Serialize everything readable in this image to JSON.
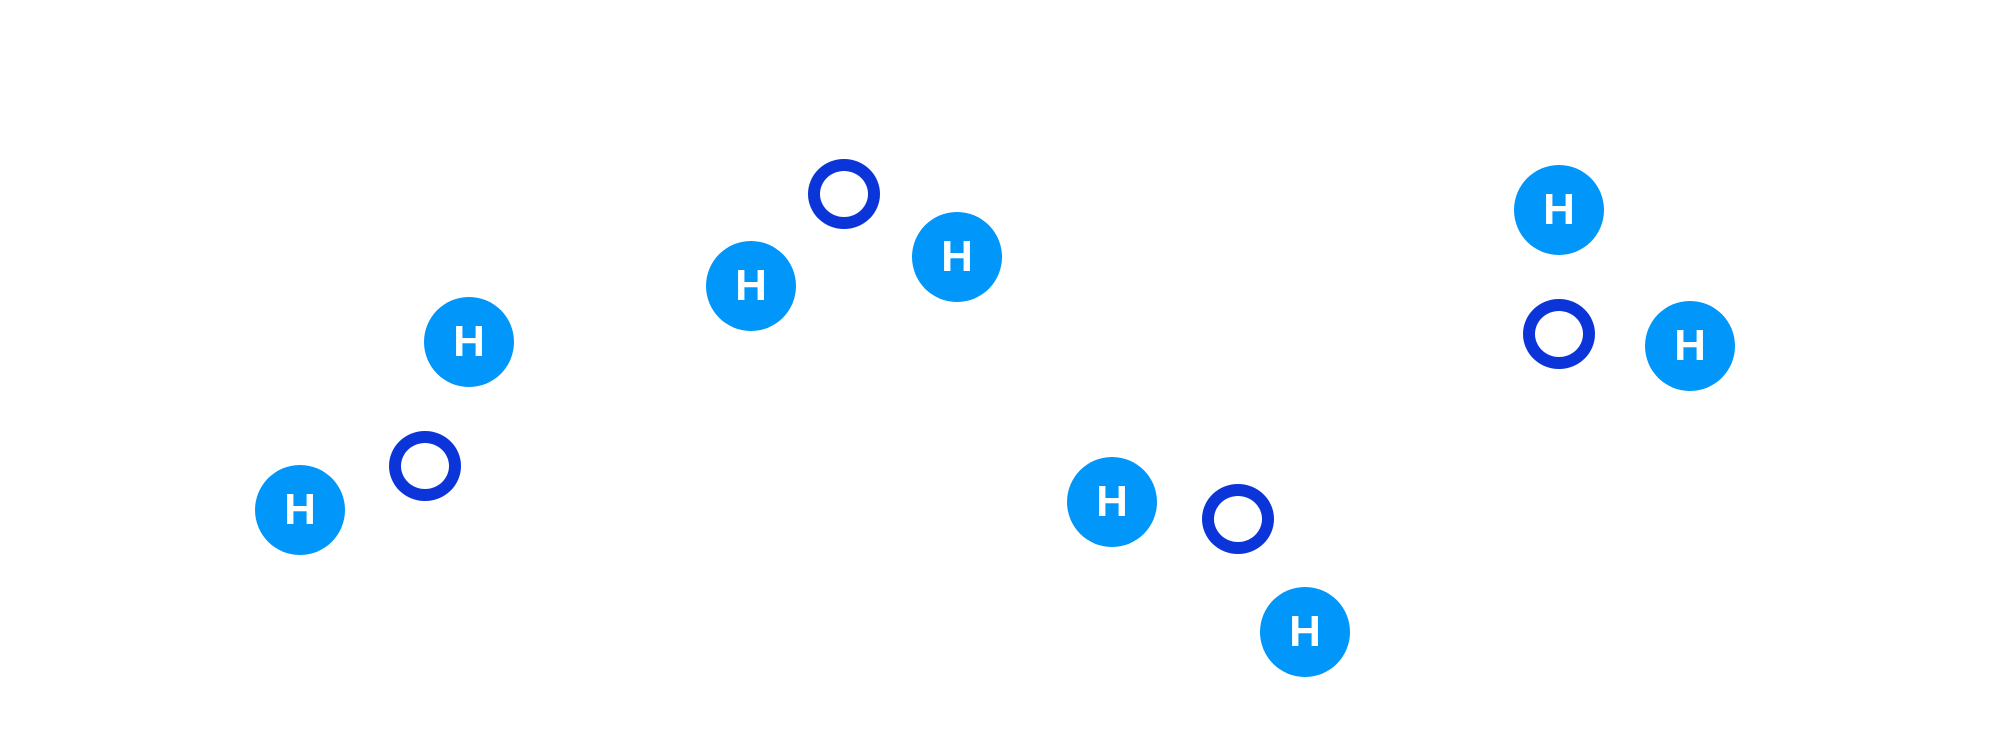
{
  "atoms": {
    "hydrogen_label": "H",
    "oxygen_label": "O"
  },
  "colors": {
    "hydrogen_fill": "#0096fa",
    "oxygen_ring": "#0b35d9",
    "label_text": "#ffffff",
    "background": "#ffffff"
  },
  "molecules": [
    {
      "atoms": [
        "H",
        "O",
        "H"
      ]
    },
    {
      "atoms": [
        "H",
        "O",
        "H"
      ]
    },
    {
      "atoms": [
        "H",
        "O",
        "H"
      ]
    },
    {
      "atoms": [
        "H",
        "O",
        "H"
      ]
    }
  ]
}
